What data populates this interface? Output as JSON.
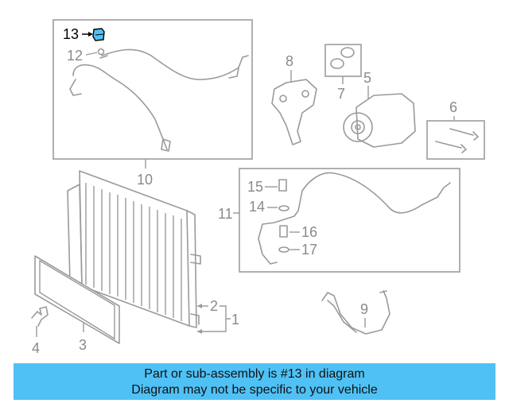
{
  "diagram": {
    "highlighted_part": "13",
    "callouts": {
      "c1": "1",
      "c2": "2",
      "c3": "3",
      "c4": "4",
      "c5": "5",
      "c6": "6",
      "c7": "7",
      "c8": "8",
      "c9": "9",
      "c10": "10",
      "c11": "11",
      "c12": "12",
      "c13": "13",
      "c14": "14",
      "c15": "15",
      "c16": "16",
      "c17": "17"
    }
  },
  "banner": {
    "line1": "Part or sub-assembly is #13 in diagram",
    "line2": "Diagram may not be specific to your vehicle",
    "color": "#4fc1f5"
  },
  "colors": {
    "line": "#9a9a9a",
    "highlight": "#000000",
    "highlight_fill": "#4fc1f5"
  }
}
